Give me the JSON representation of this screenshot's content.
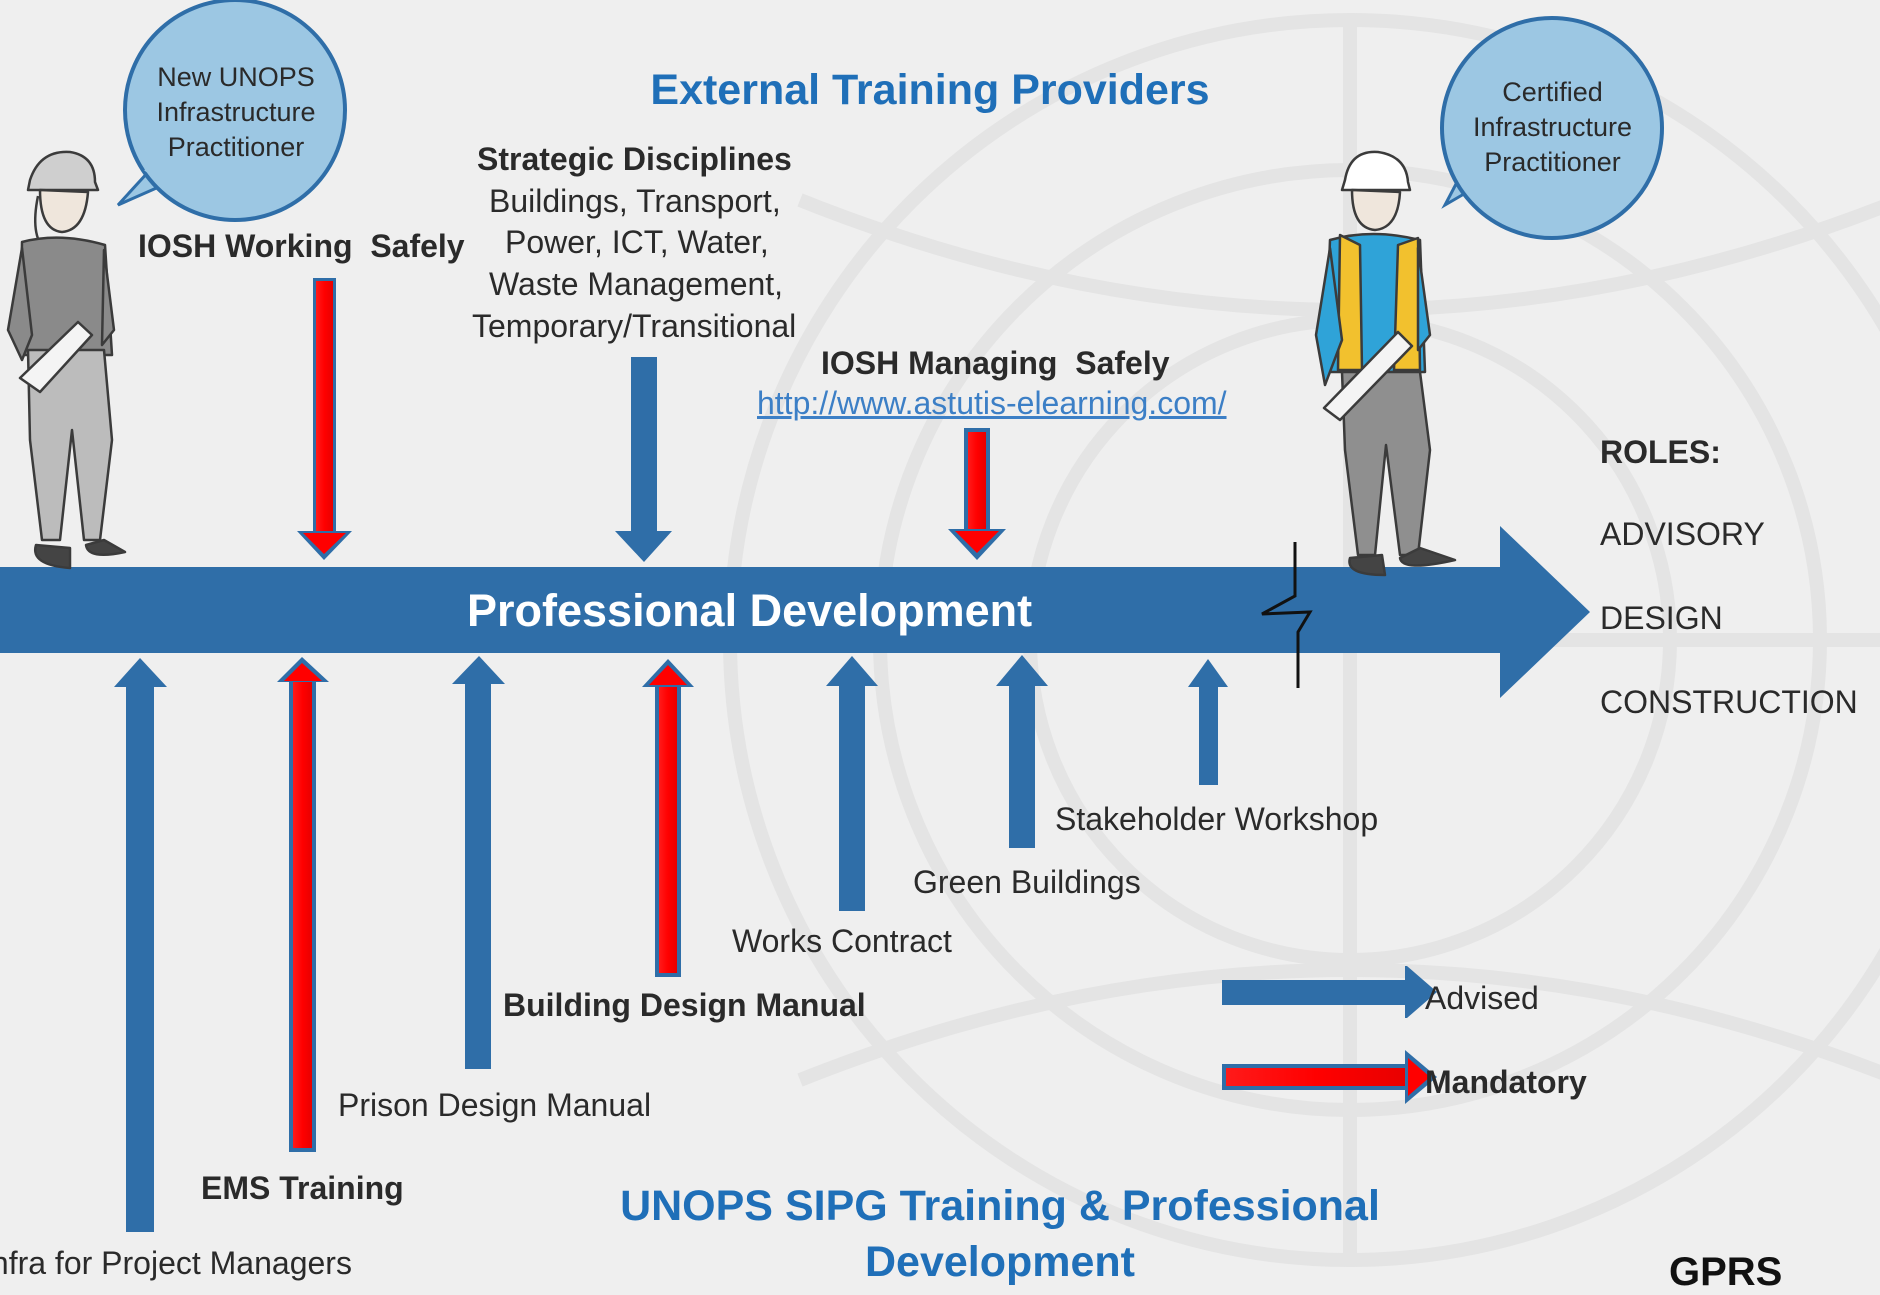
{
  "top_title": "External Training Providers",
  "bottom_title": "UNOPS SIPG Training & Professional Development",
  "main_arrow_label": "Professional Development",
  "bubbles": {
    "left": "New UNOPS Infrastructure Practitioner",
    "right": "Certified Infrastructure Practitioner"
  },
  "top_items": {
    "iosh_working": "IOSH Working  Safely",
    "strategic_title": "Strategic Disciplines",
    "strategic_line1": "Buildings, Transport,",
    "strategic_line2": "Power, ICT, Water,",
    "strategic_line3": "Waste Management,",
    "strategic_line4": "Temporary/Transitional",
    "iosh_managing": "IOSH Managing  Safely",
    "iosh_link": "http://www.astutis-elearning.com/"
  },
  "bottom_items": {
    "infra_pm": "Infra for Project Managers",
    "ems": "EMS Training",
    "prison": "Prison Design Manual",
    "building": "Building Design Manual",
    "works": "Works Contract",
    "green": "Green Buildings",
    "stakeholder": "Stakeholder Workshop"
  },
  "roles": {
    "heading": "ROLES:",
    "items": [
      "ADVISORY",
      "DESIGN",
      "CONSTRUCTION"
    ]
  },
  "legend": {
    "advised": "Advised",
    "mandatory": "Mandatory",
    "advised_color": "#2f6ea8",
    "mandatory_color": "#ff0000"
  },
  "footer": "GPRS"
}
